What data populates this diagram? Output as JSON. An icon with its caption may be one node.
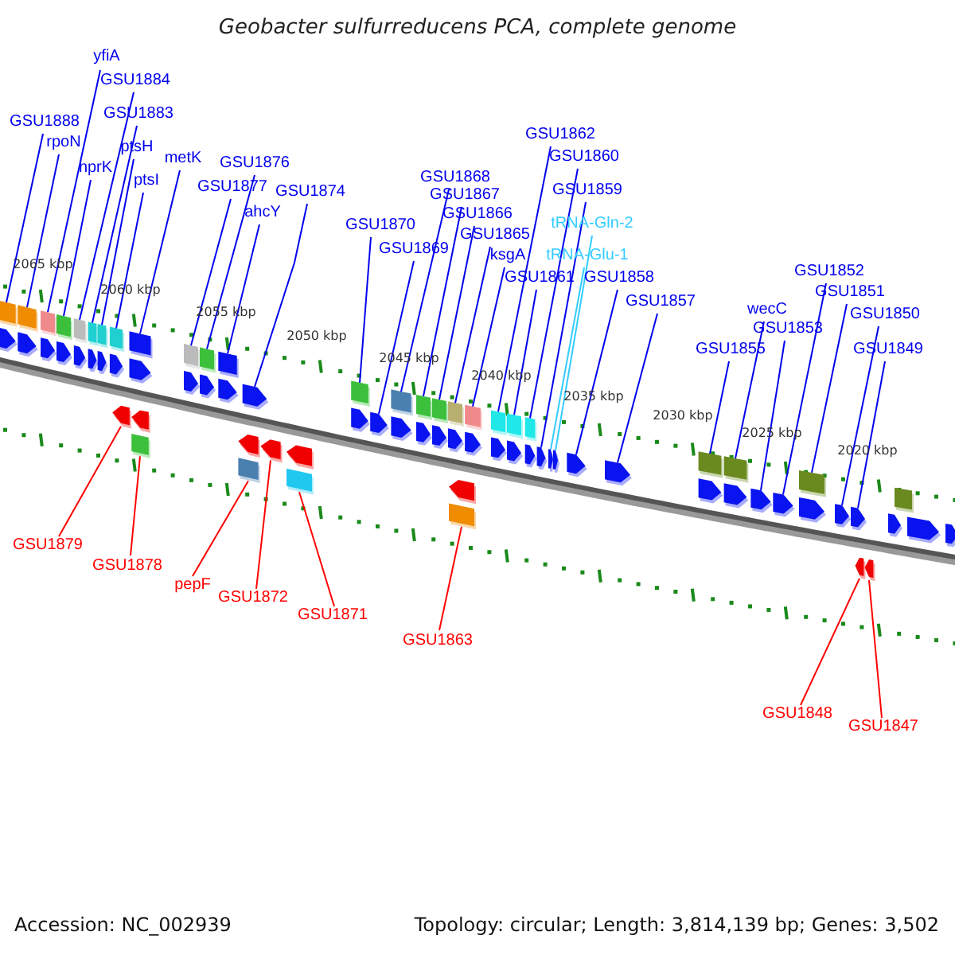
{
  "diagram": {
    "title": "Geobacter sulfurreducens PCA, complete genome",
    "nodes": [
      {
        "text": [
          "GSU1888"
        ]
      },
      {
        "text": [
          "yfiA"
        ]
      },
      {
        "text": [
          "GSU1884"
        ]
      },
      {
        "text": [
          "rpoN"
        ]
      },
      {
        "text": [
          "GSU1883"
        ]
      },
      {
        "text": [
          "hprK"
        ]
      },
      {
        "text": [
          "ptsH"
        ]
      },
      {
        "text": [
          "ptsI"
        ]
      },
      {
        "text": [
          "metK"
        ]
      },
      {
        "text": [
          "GSU1877"
        ]
      },
      {
        "text": [
          "GSU1876"
        ]
      },
      {
        "text": [
          "ahcY"
        ]
      },
      {
        "text": [
          "GSU1874"
        ]
      },
      {
        "text": [
          "GSU1870"
        ]
      },
      {
        "text": [
          "GSU1869"
        ]
      },
      {
        "text": [
          "GSU1868"
        ]
      },
      {
        "text": [
          "GSU1867"
        ]
      },
      {
        "text": [
          "GSU1866"
        ]
      },
      {
        "text": [
          "GSU1865"
        ]
      },
      {
        "text": [
          "ksgA"
        ]
      },
      {
        "text": [
          "GSU1862"
        ]
      },
      {
        "text": [
          "GSU1860"
        ]
      },
      {
        "text": [
          "GSU1859"
        ]
      },
      {
        "text": [
          "tRNA-Gln-2"
        ]
      },
      {
        "text": [
          "tRNA-Glu-1"
        ]
      },
      {
        "text": [
          "GSU1861"
        ]
      },
      {
        "text": [
          "GSU1858"
        ]
      },
      {
        "text": [
          "GSU1857"
        ]
      },
      {
        "text": [
          "GSU1855"
        ]
      },
      {
        "text": [
          "wecC"
        ]
      },
      {
        "text": [
          "GSU1853"
        ]
      },
      {
        "text": [
          "GSU1852"
        ]
      },
      {
        "text": [
          "GSU1851"
        ]
      },
      {
        "text": [
          "GSU1850"
        ]
      },
      {
        "text": [
          "GSU1849"
        ]
      },
      {
        "text": [
          "GSU1879"
        ]
      },
      {
        "text": [
          "GSU1878"
        ]
      },
      {
        "text": [
          "pepF"
        ]
      },
      {
        "text": [
          "GSU1872"
        ]
      },
      {
        "text": [
          "GSU1871"
        ]
      },
      {
        "text": [
          "GSU1863"
        ]
      },
      {
        "text": [
          "GSU1848"
        ]
      },
      {
        "text": [
          "GSU1847"
        ]
      },
      {
        "text": [],
        "shape": "arrow"
      },
      {
        "text": [],
        "shape": "arrow"
      },
      {
        "text": [],
        "shape": "arrow"
      },
      {
        "text": [],
        "shape": "arrow"
      },
      {
        "text": [],
        "shape": "arrow"
      },
      {
        "text": [],
        "shape": "arrow"
      },
      {
        "text": [],
        "shape": "arrow"
      },
      {
        "text": [],
        "shape": "arrow"
      },
      {
        "text": [],
        "shape": "arrow"
      },
      {
        "text": [],
        "shape": "arrow"
      },
      {
        "text": [],
        "shape": "arrow"
      },
      {
        "text": [],
        "shape": "arrow"
      },
      {
        "text": [],
        "shape": "arrow"
      },
      {
        "text": [],
        "shape": "arrow"
      },
      {
        "text": [],
        "shape": "arrow"
      },
      {
        "text": [],
        "shape": "arrow"
      },
      {
        "text": [],
        "shape": "arrow"
      },
      {
        "text": [],
        "shape": "arrow"
      },
      {
        "text": [],
        "shape": "arrow"
      },
      {
        "text": [],
        "shape": "arrow"
      },
      {
        "text": [],
        "shape": "arrow"
      },
      {
        "text": [],
        "shape": "arrow"
      },
      {
        "text": [],
        "shape": "arrow"
      },
      {
        "text": [],
        "shape": "arrow"
      },
      {
        "text": [],
        "shape": "arrow"
      },
      {
        "text": [],
        "shape": "arrow"
      },
      {
        "text": [],
        "shape": "arrow"
      },
      {
        "text": [],
        "shape": "arrow"
      },
      {
        "text": [],
        "shape": "arrow"
      },
      {
        "text": [],
        "shape": "arrow"
      },
      {
        "text": [],
        "shape": "arrow"
      },
      {
        "text": [],
        "shape": "arrow"
      },
      {
        "text": [],
        "shape": "arrow"
      },
      {
        "text": [],
        "shape": "arrow"
      },
      {
        "text": [],
        "shape": "arrow"
      },
      {
        "text": [],
        "shape": "arrow"
      },
      {
        "text": [],
        "shape": "arrow"
      },
      {
        "text": [],
        "shape": "arrow"
      },
      {
        "text": [],
        "shape": "arrow"
      },
      {
        "text": [],
        "shape": "arrow"
      },
      {
        "text": [],
        "shape": "arrow"
      },
      {
        "text": [],
        "shape": "arrow"
      },
      {
        "text": [],
        "shape": "arrow"
      }
    ],
    "edges": [
      {
        "from": 0,
        "to": 43,
        "arrow": "none"
      },
      {
        "from": 1,
        "to": 45,
        "arrow": "none"
      },
      {
        "from": 2,
        "to": 47,
        "arrow": "none"
      },
      {
        "from": 3,
        "to": 44,
        "arrow": "none"
      },
      {
        "from": 4,
        "to": 48,
        "arrow": "none"
      },
      {
        "from": 5,
        "to": 46,
        "arrow": "none"
      },
      {
        "from": 6,
        "to": 49,
        "arrow": "none"
      },
      {
        "from": 7,
        "to": 50,
        "arrow": "none"
      },
      {
        "from": 8,
        "to": 53,
        "arrow": "none"
      },
      {
        "from": 9,
        "to": 54,
        "arrow": "none"
      },
      {
        "from": 10,
        "to": 55,
        "arrow": "none"
      },
      {
        "from": 11,
        "to": 56,
        "arrow": "none"
      },
      {
        "from": 12,
        "to": 58,
        "arrow": "none"
      },
      {
        "from": 13,
        "to": 61,
        "arrow": "none"
      },
      {
        "from": 14,
        "to": 62,
        "arrow": "none"
      },
      {
        "from": 15,
        "to": 63,
        "arrow": "none"
      },
      {
        "from": 16,
        "to": 64,
        "arrow": "none"
      },
      {
        "from": 17,
        "to": 65,
        "arrow": "none"
      },
      {
        "from": 18,
        "to": 67,
        "arrow": "none"
      },
      {
        "from": 19,
        "to": 68,
        "arrow": "none"
      },
      {
        "from": 20,
        "to": 69,
        "arrow": "none"
      },
      {
        "from": 21,
        "to": 71,
        "arrow": "none"
      },
      {
        "from": 22,
        "to": 72,
        "arrow": "none"
      },
      {
        "from": 23,
        "to": 74,
        "arrow": "none",
        "color": "#33ccff"
      },
      {
        "from": 24,
        "to": 73,
        "arrow": "none",
        "color": "#33ccff"
      },
      {
        "from": 25,
        "to": 70,
        "arrow": "none"
      },
      {
        "from": 26,
        "to": 75,
        "arrow": "none"
      },
      {
        "from": 27,
        "to": 76,
        "arrow": "none"
      },
      {
        "from": 28,
        "to": 77,
        "arrow": "none"
      },
      {
        "from": 29,
        "to": 78,
        "arrow": "none"
      },
      {
        "from": 30,
        "to": 79,
        "arrow": "none"
      },
      {
        "from": 31,
        "to": 80,
        "arrow": "none"
      },
      {
        "from": 32,
        "to": 81,
        "arrow": "none"
      },
      {
        "from": 33,
        "to": 83,
        "arrow": "none"
      },
      {
        "from": 34,
        "to": 85,
        "arrow": "none"
      },
      {
        "from": 35,
        "to": 51,
        "arrow": "none",
        "color": "#ff0000"
      },
      {
        "from": 36,
        "to": 52,
        "arrow": "none",
        "color": "#ff0000"
      },
      {
        "from": 37,
        "to": 57,
        "arrow": "none",
        "color": "#ff0000"
      },
      {
        "from": 38,
        "to": 59,
        "arrow": "none",
        "color": "#ff0000"
      },
      {
        "from": 39,
        "to": 60,
        "arrow": "none",
        "color": "#ff0000"
      },
      {
        "from": 40,
        "to": 66,
        "arrow": "none",
        "color": "#ff0000"
      },
      {
        "from": 41,
        "to": 82,
        "arrow": "none",
        "color": "#ff0000"
      },
      {
        "from": 42,
        "to": 84,
        "arrow": "none",
        "color": "#ff0000"
      }
    ],
    "labels": [
      "2065 kbp",
      "2060 kbp",
      "2055 kbp",
      "2050 kbp",
      "2045 kbp",
      "2040 kbp",
      "2035 kbp",
      "2030 kbp",
      "2025 kbp",
      "2020 kbp",
      "Accession: NC_002939",
      "Topology: circular; Length: 3,814,139 bp; Genes: 3,502"
    ]
  }
}
